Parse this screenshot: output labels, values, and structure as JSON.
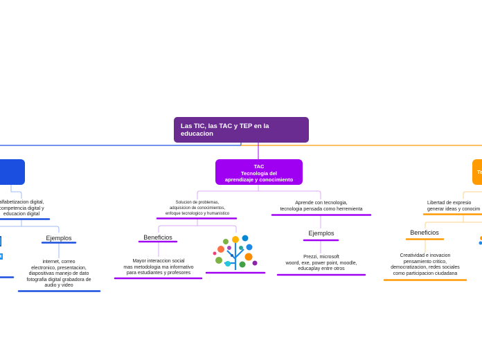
{
  "root": {
    "title": "Las TIC, las TAC y TEP en la educacion"
  },
  "colors": {
    "root": "#6a2c91",
    "tic": "#1a4fe0",
    "tac": "#a000f2",
    "tep": "#ff9a00"
  },
  "tic": {
    "concepts": "alfabetizacion digital,\ncompetencia digital y\neducacion digital",
    "examples_title": "Ejemplos",
    "examples_text": "internet, correo\nelectronico, presentacion,\ndiapositivas manejo de dato\nfotografia digital grabadora de\naudio y video"
  },
  "tac": {
    "title": "TAC\nTecnologia del\naprendizaje y conocimiento",
    "approach": "Solucion de problemas,\nadquisicion de conocimientos,\nenfoque tecnologico y humanistico",
    "benefits_title": "Beneficios",
    "benefits_text": "Mayor interaccion social\nmas metodologia ma informativo\npara estudiantes y profesores",
    "learn_text": "Aprende con tecnologia,\ntecnologia pensada como herremienta",
    "examples_title": "Ejemplos",
    "examples_text": "Prezzi, microsoft\nwoord, exe, power point, moodle,\neducaplay entre otros",
    "illustration_icon": "technology-tree-icon"
  },
  "tep": {
    "title": "Te",
    "freedom_text": "Libertad de expresio\ngenerar  ideas y conocim",
    "benefits_title": "Beneficios",
    "benefits_text": "Creatividad e inovacion\npensamiento critico,\ndemocratizacion, redes sociales\ncomo participacion ciudadana"
  }
}
